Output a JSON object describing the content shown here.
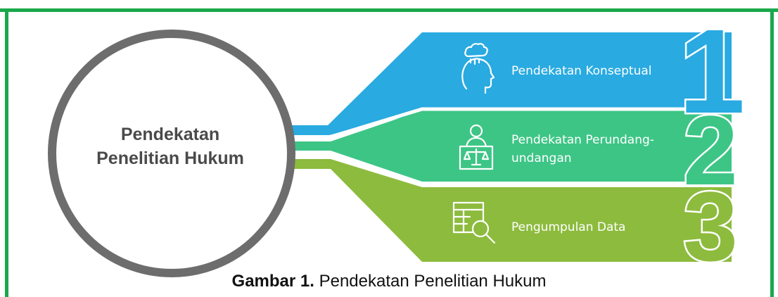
{
  "center_title_lines": [
    "Pendekatan",
    "Penelitian Hukum"
  ],
  "steps": [
    {
      "number": "1",
      "label": "Pendekatan Konseptual",
      "icon": "head-thinking-icon",
      "color": "#29aae1"
    },
    {
      "number": "2",
      "label": "Pendekatan Perundang-undangan",
      "label_lines": [
        "Pendekatan Perundang-",
        "undangan"
      ],
      "icon": "judge-scales-icon",
      "color": "#3dc586"
    },
    {
      "number": "3",
      "label": "Pengumpulan Data",
      "icon": "table-search-icon",
      "color": "#8dbb3e"
    }
  ],
  "caption": {
    "prefix": "Gambar 1.",
    "text": " Pendekatan Penelitian Hukum"
  },
  "colors": {
    "frame": "#1aa84b",
    "circle": "#6d6d6d",
    "title": "#4a4a4a"
  }
}
